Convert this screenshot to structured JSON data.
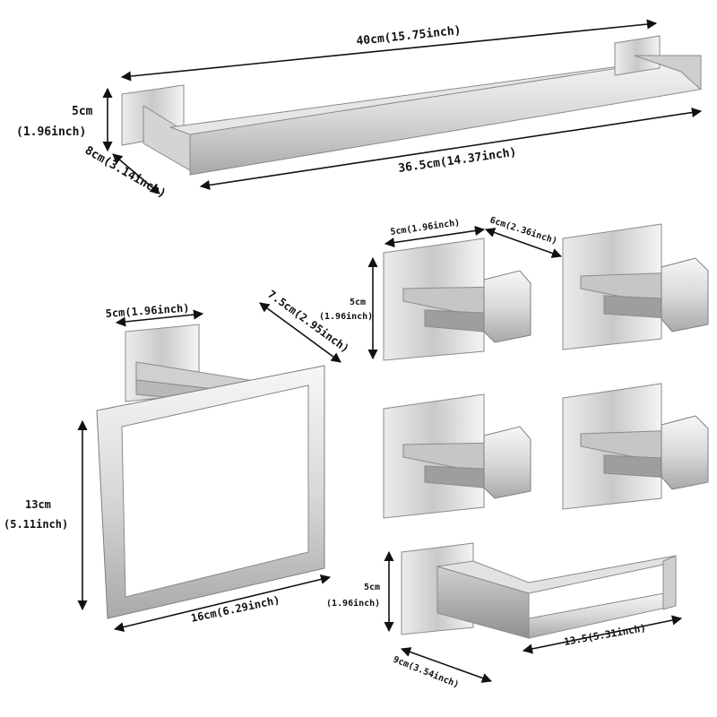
{
  "colors": {
    "steel_light": "#f2f2f2",
    "steel_mid": "#cfcfcf",
    "steel_dark": "#9a9a9a",
    "line": "#111111"
  },
  "towel_bar": {
    "length_total": "40cm(15.75inch)",
    "length_bar": "36.5cm(14.37inch)",
    "height_cm": "5cm",
    "height_in": "(1.96inch)",
    "depth": "8cm(3.14inch)"
  },
  "towel_ring": {
    "base_width": "5cm(1.96inch)",
    "depth": "7.5cm(2.95inch)",
    "height_cm": "13cm",
    "height_in": "(5.11inch)",
    "width": "16cm(6.29inch)"
  },
  "robe_hooks": {
    "count": 4,
    "base_width": "5cm(1.96inch)",
    "depth": "6cm(2.36inch)",
    "height_cm": "5cm",
    "height_in": "(1.96inch)"
  },
  "paper_holder": {
    "height_cm": "5cm",
    "height_in": "(1.96inch)",
    "depth": "9cm(3.54inch)",
    "length": "13.5(5.31inch)"
  }
}
